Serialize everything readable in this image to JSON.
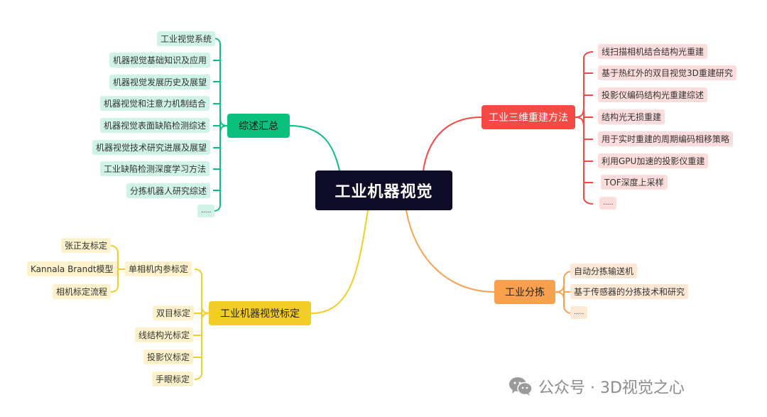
{
  "root": {
    "label": "工业机器视觉"
  },
  "branches": {
    "overview": {
      "label": "综述汇总",
      "color": "#0bbf7c",
      "leaves": [
        "工业视觉系统",
        "机器视觉基础知识及应用",
        "机器视觉发展历史及展望",
        "机器视觉和注意力机制结合",
        "机器视觉表面缺陷检测综述",
        "机器视觉技术研究进展及展望",
        "工业缺陷检测深度学习方法",
        "分拣机器人研究综述",
        "....."
      ]
    },
    "reconstruction": {
      "label": "工业三维重建方法",
      "color": "#f44a45",
      "leaves": [
        "线扫描相机结合结构光重建",
        "基于热红外的双目视觉3D重建研究",
        "投影仪编码结构光重建综述",
        "结构光无损重建",
        "用于实时重建的周期编码相移策略",
        "利用GPU加速的投影仪重建",
        "TOF深度上采样",
        "....."
      ]
    },
    "sorting": {
      "label": "工业分拣",
      "color": "#f8a04e",
      "leaves": [
        "自动分拣输送机",
        "基于传感器的分拣技术和研究",
        "....."
      ]
    },
    "calibration": {
      "label": "工业机器视觉标定",
      "color": "#f2cd27",
      "leaves": [
        "单相机内参标定",
        "双目标定",
        "线结构光标定",
        "投影仪标定",
        "手眼标定"
      ],
      "sub": {
        "label": "单相机内参标定",
        "leaves": [
          "张正友标定",
          "Kannala Brandt模型",
          "相机标定流程"
        ]
      }
    }
  },
  "watermark": {
    "text": "公众号 · 3D视觉之心",
    "icon": "wechat-icon"
  }
}
